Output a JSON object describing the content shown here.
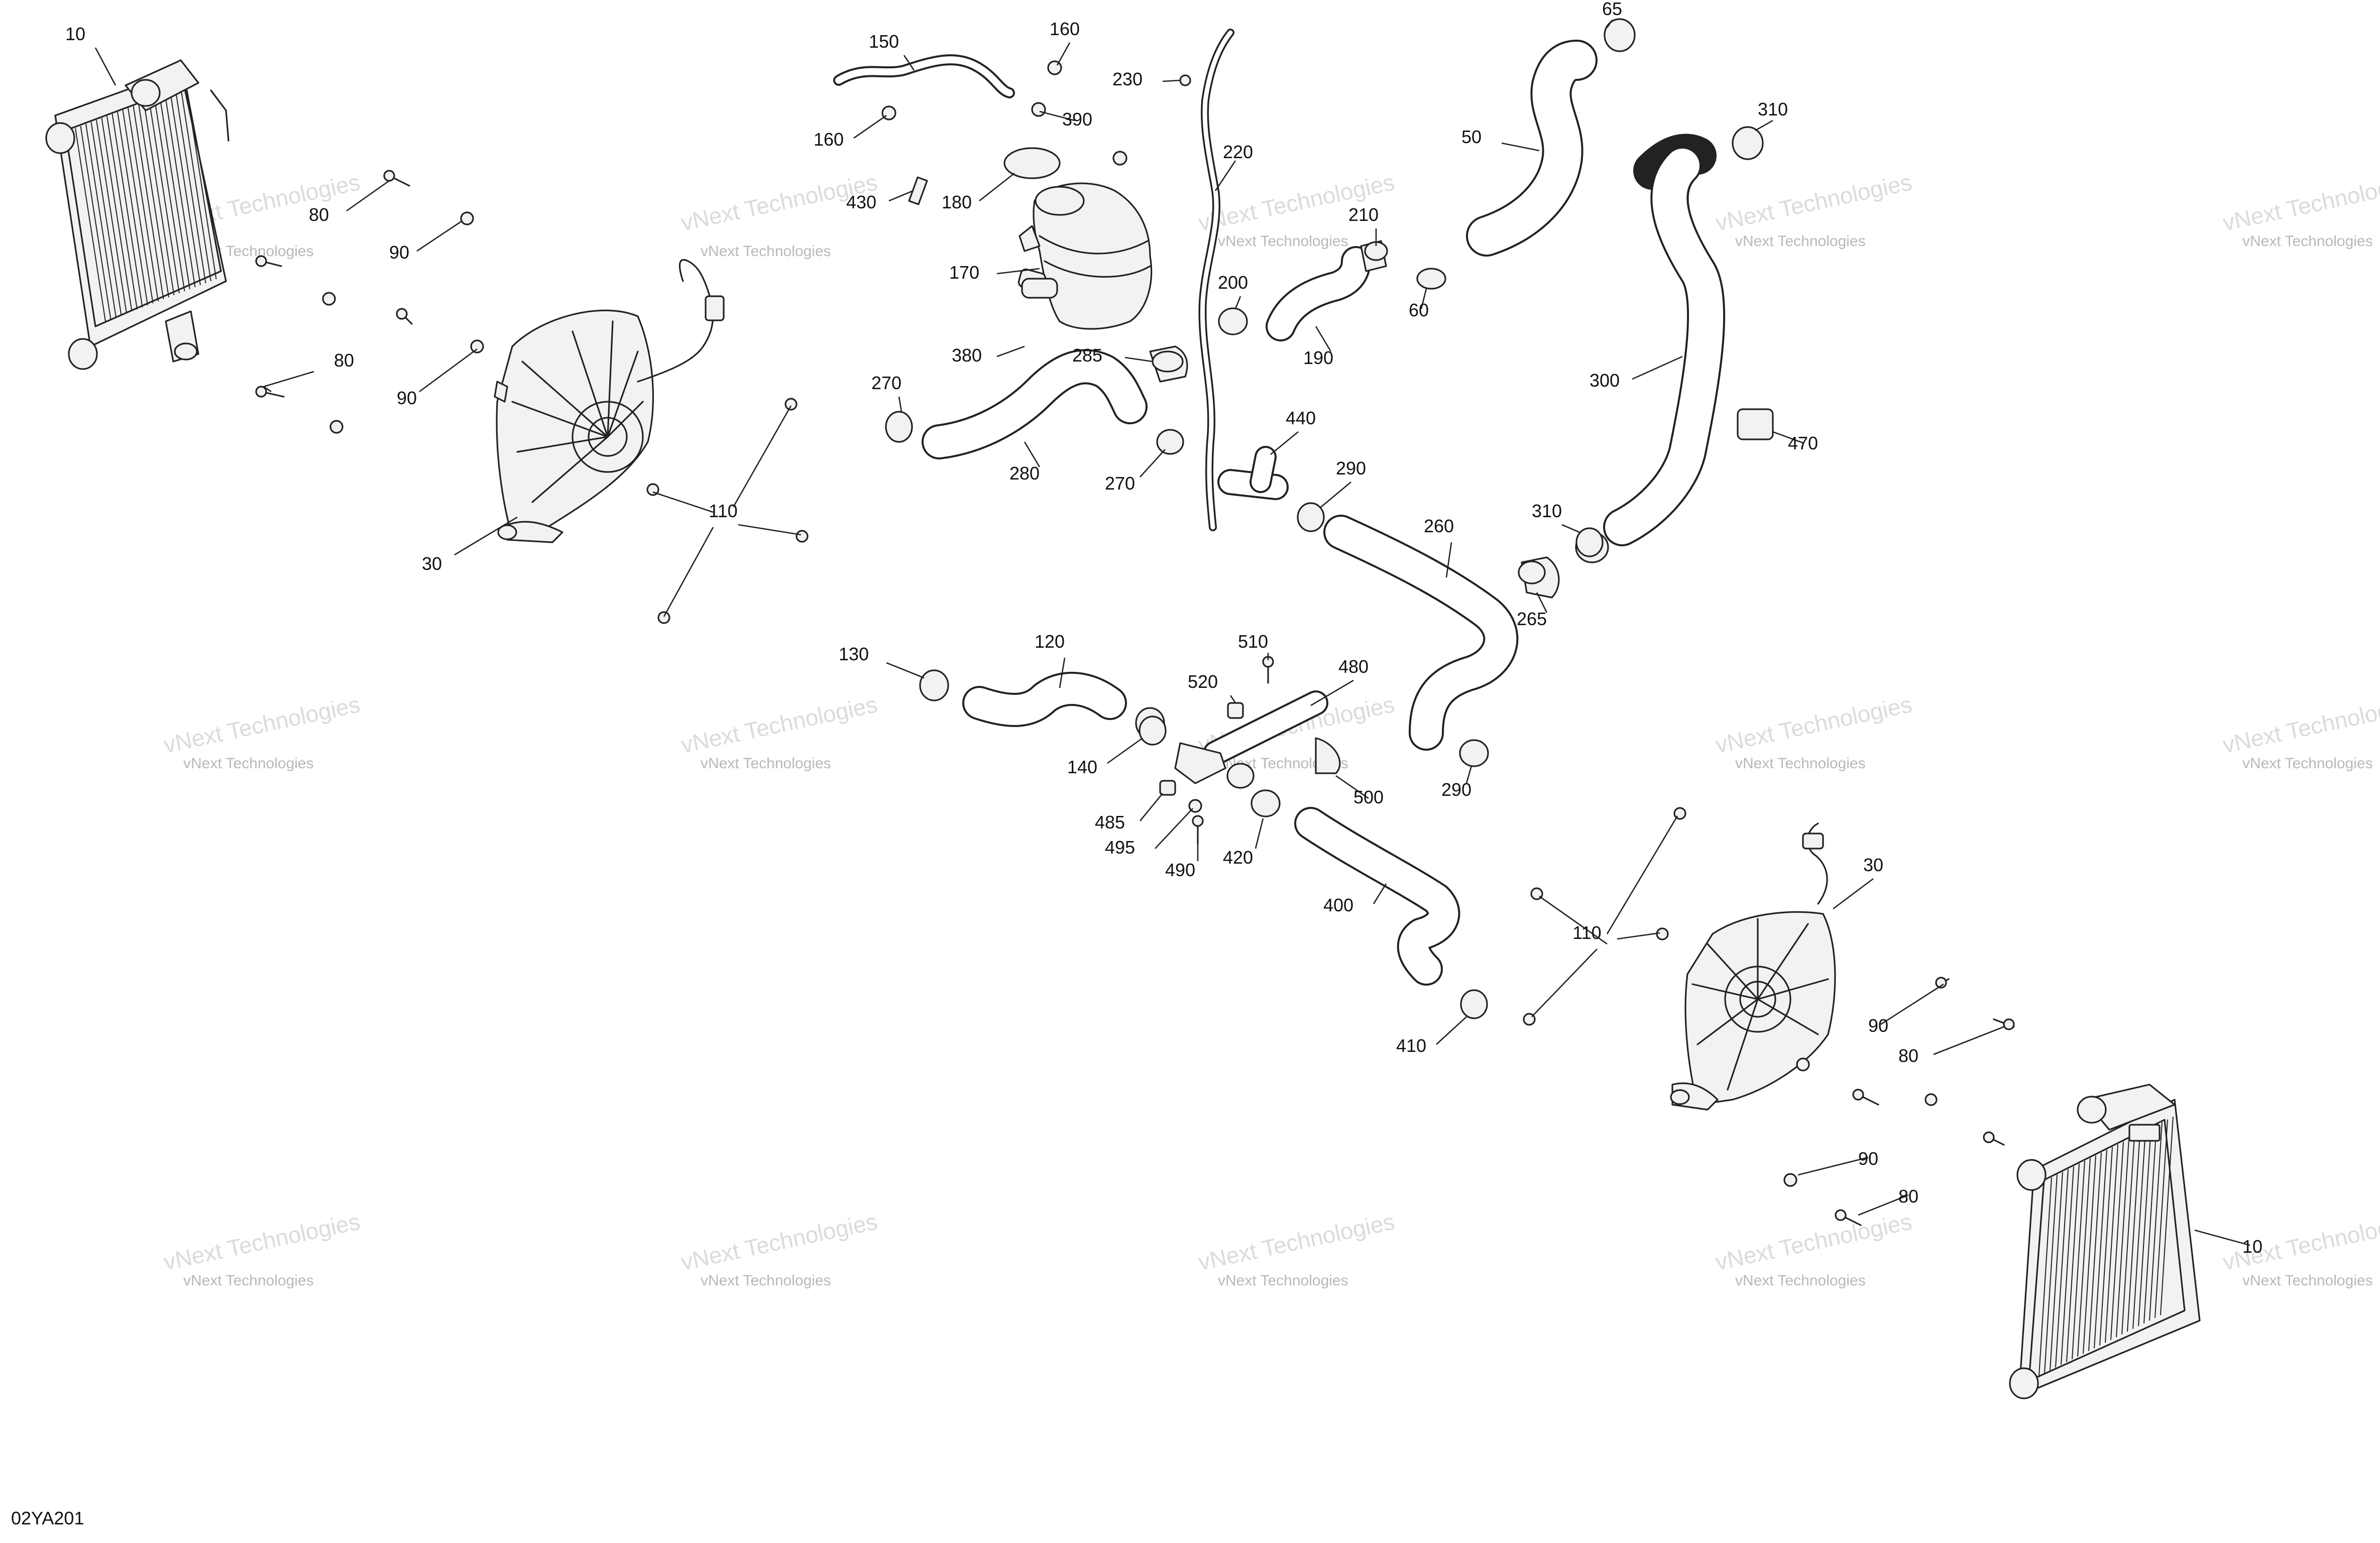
{
  "diagram": {
    "code": "02YA201",
    "watermark_line1": "vNext Technologies",
    "watermark_line2": "vNext Technologies",
    "callouts": [
      {
        "id": "c10a",
        "text": "10"
      },
      {
        "id": "c80a",
        "text": "80"
      },
      {
        "id": "c90a",
        "text": "90"
      },
      {
        "id": "c80b",
        "text": "80"
      },
      {
        "id": "c90b",
        "text": "90"
      },
      {
        "id": "c30a",
        "text": "30"
      },
      {
        "id": "c110a",
        "text": "110"
      },
      {
        "id": "c150",
        "text": "150"
      },
      {
        "id": "c160a",
        "text": "160"
      },
      {
        "id": "c160b",
        "text": "160"
      },
      {
        "id": "c390",
        "text": "390"
      },
      {
        "id": "c430",
        "text": "430"
      },
      {
        "id": "c180",
        "text": "180"
      },
      {
        "id": "c170",
        "text": "170"
      },
      {
        "id": "c380",
        "text": "380"
      },
      {
        "id": "c285",
        "text": "285"
      },
      {
        "id": "c270a",
        "text": "270"
      },
      {
        "id": "c280",
        "text": "280"
      },
      {
        "id": "c270b",
        "text": "270"
      },
      {
        "id": "c230",
        "text": "230"
      },
      {
        "id": "c220",
        "text": "220"
      },
      {
        "id": "c210",
        "text": "210"
      },
      {
        "id": "c200",
        "text": "200"
      },
      {
        "id": "c190",
        "text": "190"
      },
      {
        "id": "c60",
        "text": "60"
      },
      {
        "id": "c65",
        "text": "65"
      },
      {
        "id": "c50",
        "text": "50"
      },
      {
        "id": "c310a",
        "text": "310"
      },
      {
        "id": "c300",
        "text": "300"
      },
      {
        "id": "c470",
        "text": "470"
      },
      {
        "id": "c440",
        "text": "440"
      },
      {
        "id": "c290a",
        "text": "290"
      },
      {
        "id": "c260",
        "text": "260"
      },
      {
        "id": "c310b",
        "text": "310"
      },
      {
        "id": "c265",
        "text": "265"
      },
      {
        "id": "c130",
        "text": "130"
      },
      {
        "id": "c120",
        "text": "120"
      },
      {
        "id": "c140",
        "text": "140"
      },
      {
        "id": "c510",
        "text": "510"
      },
      {
        "id": "c520",
        "text": "520"
      },
      {
        "id": "c480",
        "text": "480"
      },
      {
        "id": "c485",
        "text": "485"
      },
      {
        "id": "c495",
        "text": "495"
      },
      {
        "id": "c490",
        "text": "490"
      },
      {
        "id": "c420",
        "text": "420"
      },
      {
        "id": "c500",
        "text": "500"
      },
      {
        "id": "c400",
        "text": "400"
      },
      {
        "id": "c290b",
        "text": "290"
      },
      {
        "id": "c410",
        "text": "410"
      },
      {
        "id": "c110b",
        "text": "110"
      },
      {
        "id": "c30b",
        "text": "30"
      },
      {
        "id": "c90c",
        "text": "90"
      },
      {
        "id": "c80c",
        "text": "80"
      },
      {
        "id": "c90d",
        "text": "90"
      },
      {
        "id": "c80d",
        "text": "80"
      },
      {
        "id": "c10b",
        "text": "10"
      }
    ]
  }
}
